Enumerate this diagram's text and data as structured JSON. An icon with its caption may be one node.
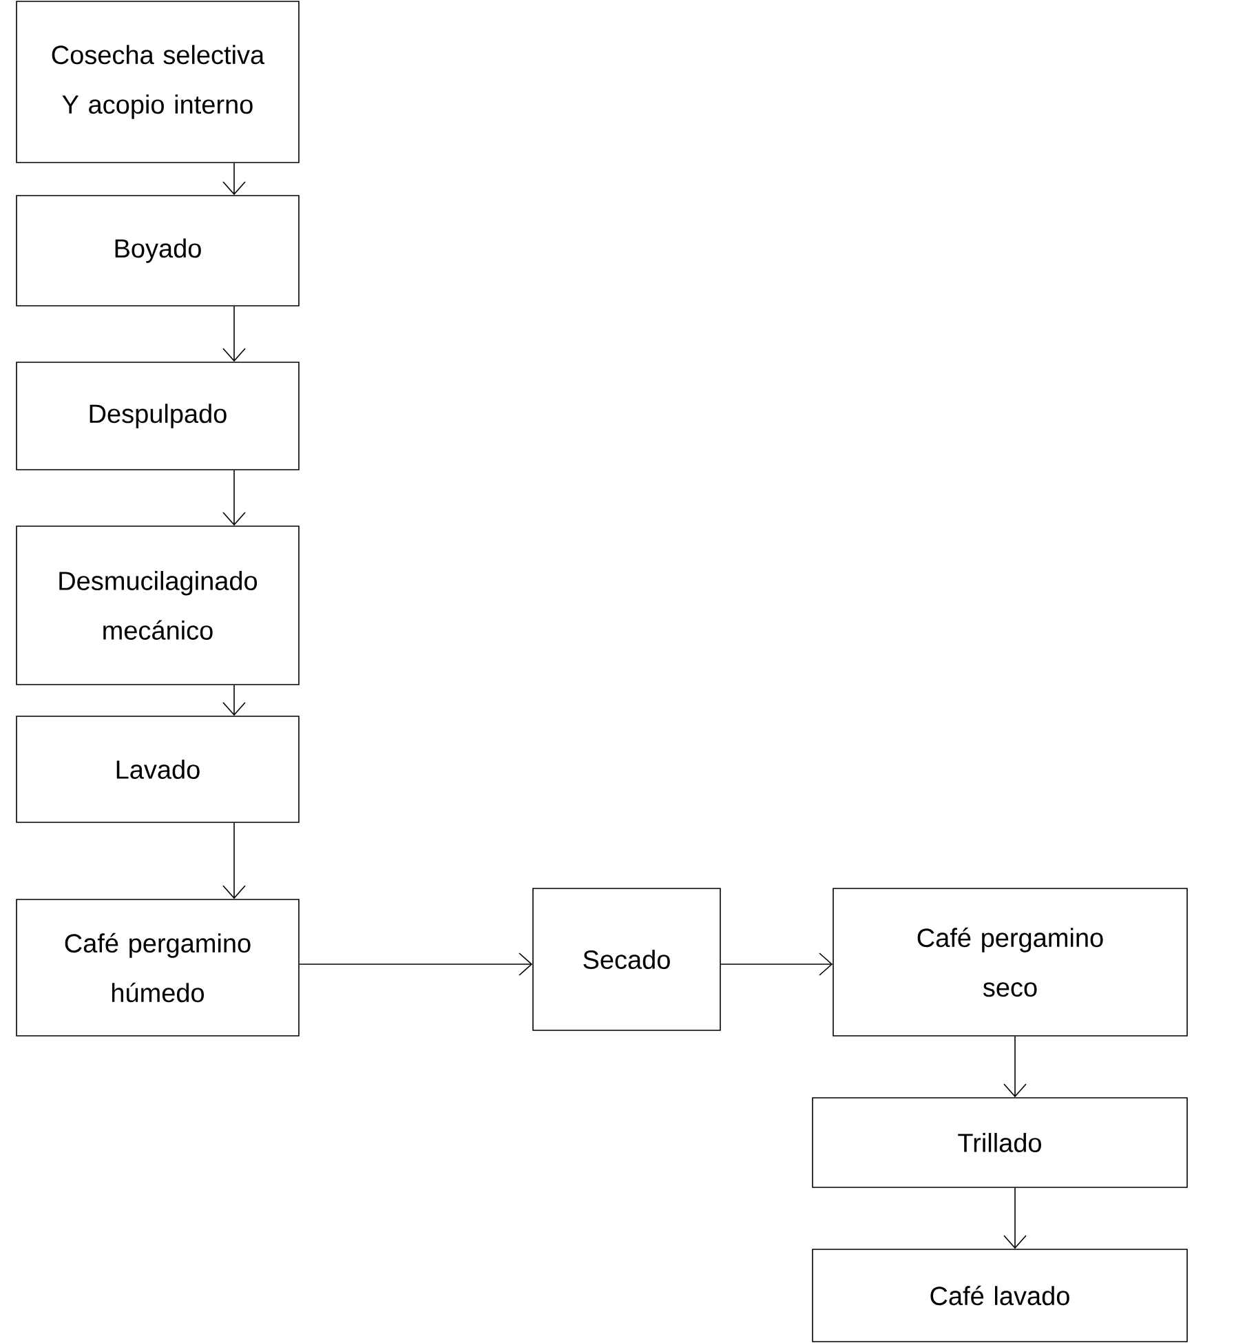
{
  "diagram": {
    "nodes": [
      {
        "text": [
          "Cosecha selectiva Y acopio interno"
        ]
      },
      {
        "text": [
          "Boyado"
        ]
      },
      {
        "text": [
          "Despulpado"
        ]
      },
      {
        "text": [
          "Desmucilaginado mecánico"
        ]
      },
      {
        "text": [
          "Lavado"
        ]
      },
      {
        "text": [
          "Café pergamino húmedo"
        ]
      },
      {
        "text": [
          "Secado"
        ]
      },
      {
        "text": [
          "Café pergamino seco"
        ]
      },
      {
        "text": [
          "Trillado"
        ]
      },
      {
        "text": [
          "Café lavado"
        ]
      }
    ],
    "edges": [
      {
        "from": 0,
        "to": 1,
        "arrow": "to"
      },
      {
        "from": 1,
        "to": 2,
        "arrow": "to"
      },
      {
        "from": 2,
        "to": 3,
        "arrow": "to"
      },
      {
        "from": 3,
        "to": 4,
        "arrow": "to"
      },
      {
        "from": 4,
        "to": 5,
        "arrow": "to"
      },
      {
        "from": 5,
        "to": 6,
        "arrow": "to"
      },
      {
        "from": 6,
        "to": 7,
        "arrow": "to"
      },
      {
        "from": 7,
        "to": 8,
        "arrow": "to"
      },
      {
        "from": 8,
        "to": 9,
        "arrow": "to"
      }
    ]
  }
}
